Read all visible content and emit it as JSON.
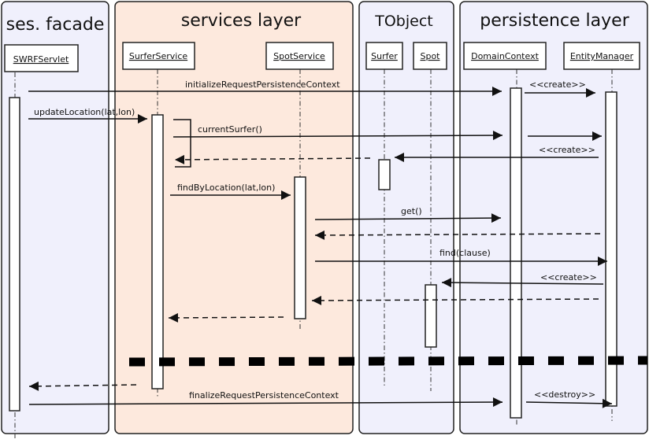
{
  "lanes": {
    "facade": "ses. facade",
    "services": "services layer",
    "tobject": "TObject",
    "persistence": "persistence layer"
  },
  "colors": {
    "lane_blue": "#f0f0fc",
    "lane_peach": "#fde9dd"
  },
  "participants": {
    "servlet": "SWRFServlet",
    "surfer_service": "SurferService",
    "spot_service": "SpotService",
    "surfer": "Surfer",
    "spot": "Spot",
    "domain_context": "DomainContext",
    "entity_manager": "EntityManager"
  },
  "messages": {
    "init_ctx": "initializeRequestPersistenceContext",
    "create_em": "<<create>>",
    "update_location": "updateLocation(lat,lon)",
    "current_surfer": "currentSurfer()",
    "create_surfer": "<<create>>",
    "find_by_location": "findByLocation(lat,lon)",
    "get": "get()",
    "find_clause": "find(clause)",
    "create_spot": "<<create>>",
    "finalize_ctx": "finalizeRequestPersistenceContext",
    "destroy_em": "<<destroy>>"
  }
}
